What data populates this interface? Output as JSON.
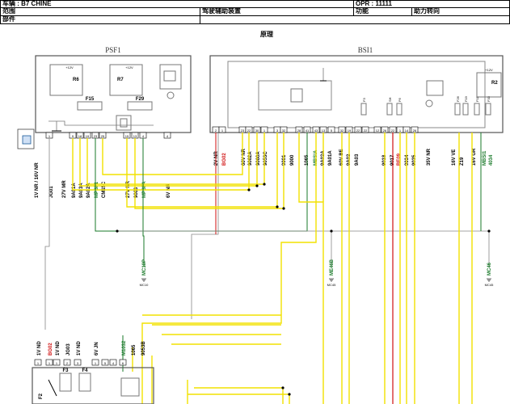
{
  "header": {
    "vehicle": "车辆 : B7 CHINE",
    "opr": "OPR : 11111",
    "scope_label": "范围",
    "scope_value": "驾驶辅助装置",
    "function_label": "功能",
    "function_value": "助力转向",
    "part_label": "部件",
    "principle": "原理"
  },
  "modules": {
    "psf1": "PSF1",
    "bsi1": "BSI1"
  },
  "psf1_labels": [
    "1V NR / 16V NR",
    "JG01",
    "27V MR",
    "9A01A",
    "9A03A",
    "9A02A",
    "MPSF1",
    "CM15C",
    "27V NR",
    "9003",
    "MPSFA",
    "6V NR"
  ],
  "psf1_pins": [
    "1",
    "9",
    "18",
    "19",
    "23",
    "25",
    "15",
    "13",
    "4",
    "4"
  ],
  "psf1_parts": [
    "+12V",
    "R6",
    "+12V",
    "R7",
    "F15",
    "F29"
  ],
  "bsi_labels": [
    "2V NR",
    "BG02",
    "60V NR",
    "9062A",
    "9060A",
    "9053C",
    "9001",
    "9000",
    "1065",
    "MBSIA",
    "9A02A",
    "9A01A",
    "60V BE",
    "9A02",
    "9A03",
    "9018",
    "9017",
    "BE09",
    "9034",
    "9035",
    "35V NR",
    "16V VE",
    "Z19",
    "16V GR",
    "MBSI1",
    "4034"
  ],
  "bsi_pins": [
    "2",
    "1",
    "23",
    "22",
    "30",
    "1",
    "3",
    "32",
    "28",
    "41",
    "43",
    "13",
    "5",
    "32",
    "19",
    "22",
    "22",
    "12",
    "26",
    "22",
    "1",
    "14",
    "26"
  ],
  "bsi_parts": [
    "+12V",
    "R2",
    "F26",
    "F19",
    "F11",
    "F33",
    "F3",
    "SH",
    "F6"
  ],
  "grounds": [
    {
      "tag": "MC10P",
      "ref": "MC10"
    },
    {
      "tag": "ME46B",
      "ref": "MC45"
    },
    {
      "tag": "MC46",
      "ref": "MC45"
    }
  ],
  "bottom_labels": [
    "1V ND",
    "BG02",
    "1V ND",
    "JG03",
    "1V ND",
    "6V JN",
    "M1032",
    "1065",
    "9053B"
  ],
  "bottom_pins": [
    "1",
    "1",
    "1",
    "2",
    "3",
    "1",
    "5",
    "4",
    "6"
  ],
  "bottom_parts": [
    "F2",
    "F3",
    "F4"
  ],
  "colors": {
    "yellow": "#f2e200",
    "green": "#1a7a2a",
    "red": "#d01010",
    "gray": "#888888"
  }
}
